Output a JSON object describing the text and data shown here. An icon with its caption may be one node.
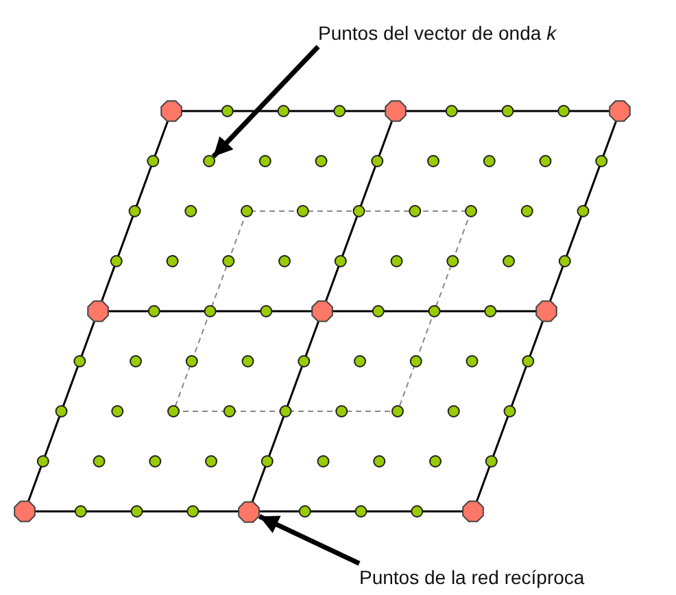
{
  "diagram": {
    "nodes": [
      {
        "text": [
          "Puntos del vector de onda *k*"
        ]
      },
      {
        "text": [],
        "shape": "circle"
      },
      {
        "text": [
          "Puntos de la red recíproca"
        ]
      },
      {
        "text": [],
        "shape": "octagon"
      }
    ],
    "edges": [
      {
        "from": 0,
        "to": 1,
        "arrow": "to"
      },
      {
        "from": 2,
        "to": 3,
        "arrow": "to"
      }
    ]
  }
}
